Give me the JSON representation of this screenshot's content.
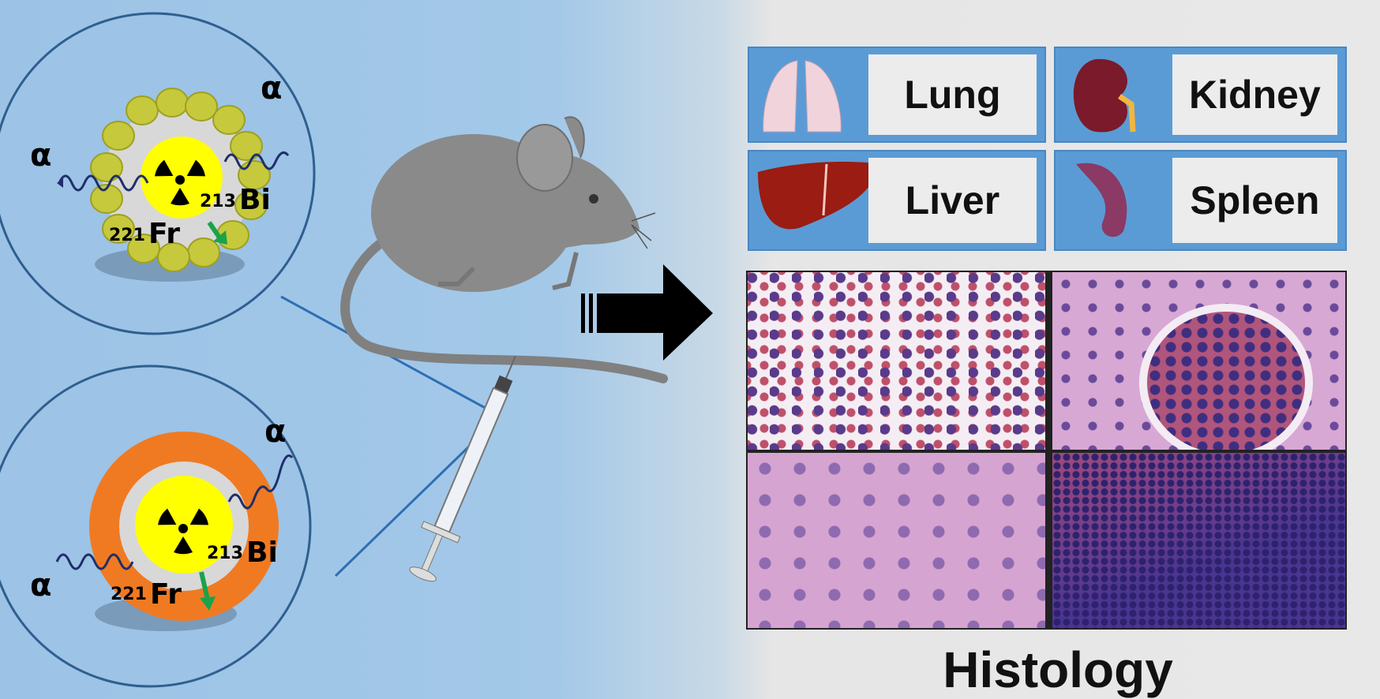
{
  "particles": [
    {
      "type": "yellow-shell",
      "alpha_label": "α",
      "parent": "221",
      "parent_symbol": "Fr",
      "daughter": "213",
      "daughter_symbol": "Bi"
    },
    {
      "type": "orange-shell",
      "alpha_label": "α",
      "parent": "221",
      "parent_symbol": "Fr",
      "daughter": "213",
      "daughter_symbol": "Bi"
    }
  ],
  "organs": [
    {
      "label": "Lung"
    },
    {
      "label": "Kidney"
    },
    {
      "label": "Liver"
    },
    {
      "label": "Spleen"
    }
  ],
  "histology_title": "Histology",
  "colors": {
    "shell_yellow": "#c8cc3a",
    "shell_orange": "#f07a22",
    "core": "#ffff00",
    "panel_blue": "#5b9bd5"
  }
}
